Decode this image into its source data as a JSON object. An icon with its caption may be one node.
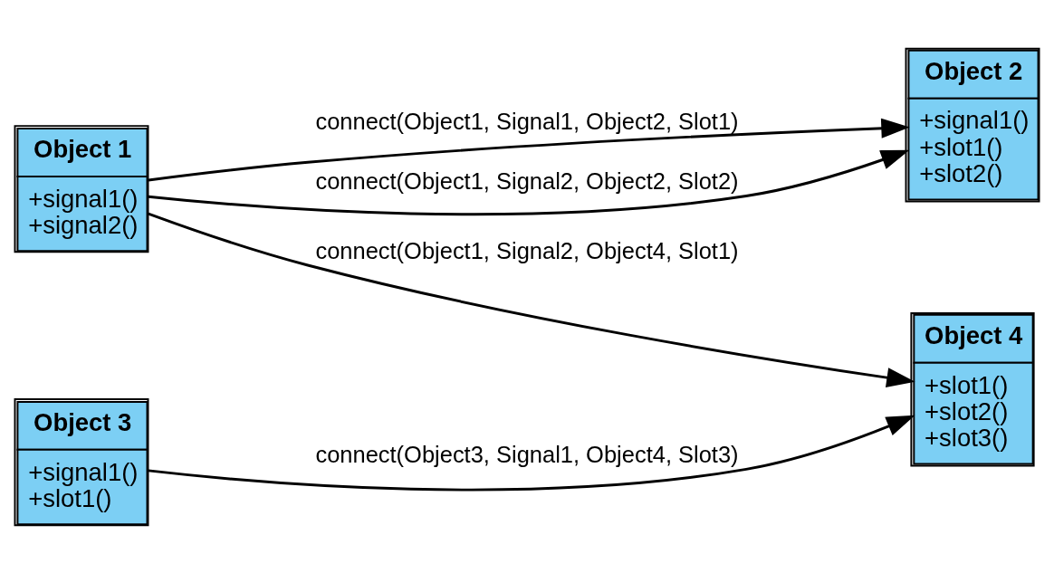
{
  "diagram": {
    "nodes": [
      {
        "text": [
          "Object 1",
          "+signal1()",
          "+signal2()"
        ]
      },
      {
        "text": [
          "Object 2",
          "+signal1()",
          "+slot1()",
          "+slot2()"
        ]
      },
      {
        "text": [
          "Object 4",
          "+slot1()",
          "+slot2()",
          "+slot3()"
        ]
      },
      {
        "text": [
          "Object 3",
          "+signal1()",
          "+slot1()"
        ]
      }
    ],
    "edges": [
      {
        "from": 0,
        "to": 1,
        "arrow": "to",
        "label": "connect(Object1, Signal1, Object2, Slot1)"
      },
      {
        "from": 0,
        "to": 1,
        "arrow": "to",
        "label": "connect(Object1, Signal2, Object2, Slot2)"
      },
      {
        "from": 0,
        "to": 2,
        "arrow": "to",
        "label": "connect(Object1, Signal2, Object4, Slot1)"
      },
      {
        "from": 3,
        "to": 2,
        "arrow": "to",
        "label": "connect(Object3, Signal1, Object4, Slot3)"
      }
    ]
  }
}
